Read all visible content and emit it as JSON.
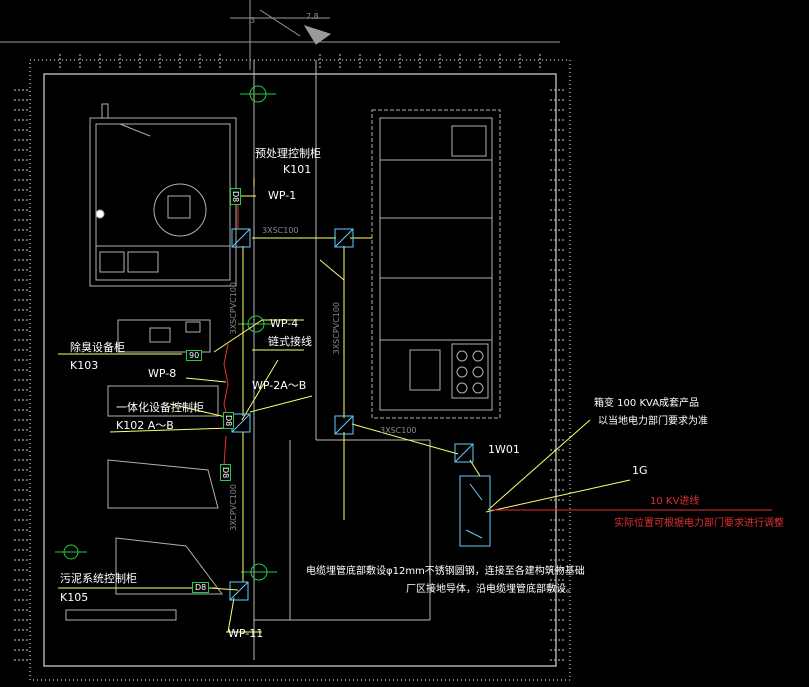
{
  "labels": {
    "pretreat_cabinet": "预处理控制柜",
    "k101": "K101",
    "wp1": "WP-1",
    "deodor_cabinet": "除臭设备柜",
    "k103": "K103",
    "wp8": "WP-8",
    "wp4": "WP-4",
    "chain_wiring": "链式接线",
    "wp2": "WP-2A～B",
    "integrated_cabinet": "一体化设备控制柜",
    "k102": "K102 A～B",
    "sewage_cabinet": "污泥系统控制柜",
    "k105": "K105",
    "wp11": "WP-11",
    "w1": "1W01",
    "g1": "1G",
    "kv_line": "10 KV进线",
    "kv_note": "实际位置可根据电力部门要求进行调整",
    "transformer_line1": "箱变 100 KVA成套产品",
    "transformer_line2": "以当地电力部门要求为准",
    "grounding_line1": "电缆埋管底部敷设φ12mm不锈钢圆钢，连接至各建构筑物基础",
    "grounding_line2": "厂区接地导体，沿电缆埋管底部敷设。",
    "tag_d8_a": "D8",
    "tag_90": "90",
    "tag_d8_b": "D8",
    "tag_d8_c": "D8",
    "tag_d8_d": "D8"
  },
  "dims": {
    "top_a": "3",
    "top_b": "7.8",
    "h1": "3XSC100",
    "v1": "3XSCPVC100",
    "v2": "3XSCPVC100",
    "v3": "3XCPVC100",
    "d1": "3XSC100"
  },
  "colors": {
    "background": "#000000",
    "boundary_white": "#ffffff",
    "building_gray": "#b0b0b0",
    "cable_yellow": "#ffff66",
    "cable_red": "#e03030",
    "equipment_cyan": "#66ccff",
    "tag_green": "#22cc44",
    "dim_gray": "#8a8a8a"
  }
}
